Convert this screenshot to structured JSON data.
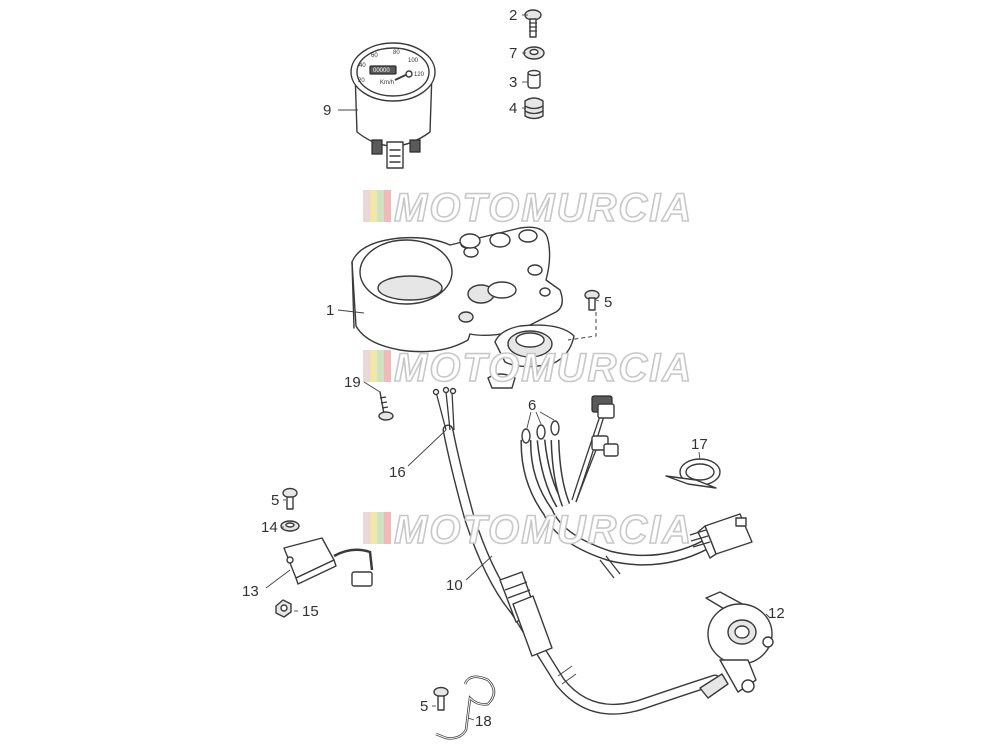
{
  "watermark": {
    "text": "MOTOMURCIA",
    "colors": [
      "#e8d8d8",
      "#f3e6a8",
      "#cfe3c3",
      "#f2b9b9"
    ]
  },
  "callouts": [
    "2",
    "7",
    "3",
    "4",
    "9",
    "1",
    "5",
    "19",
    "16",
    "6",
    "17",
    "5",
    "14",
    "13",
    "15",
    "10",
    "12",
    "5",
    "18"
  ],
  "dial": {
    "ticks": [
      "20",
      "40",
      "60",
      "80",
      "100",
      "120"
    ],
    "unit": "Km/h",
    "odometer": "00000"
  }
}
